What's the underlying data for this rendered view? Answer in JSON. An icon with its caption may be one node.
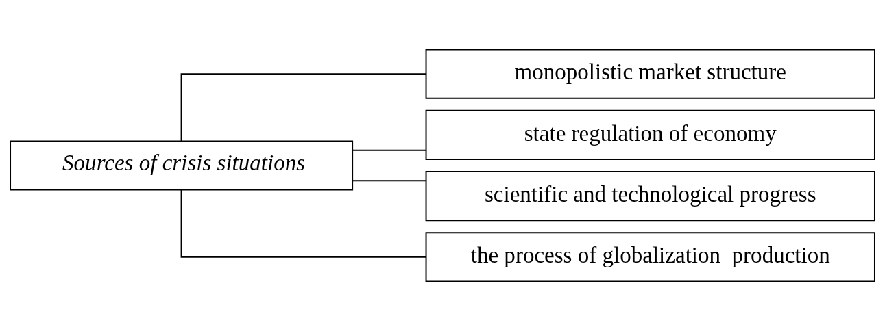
{
  "diagram": {
    "nodes": [
      {
        "text": [
          "Sources of crisis situations"
        ]
      },
      {
        "text": [
          "monopolistic market structure"
        ]
      },
      {
        "text": [
          "state regulation of economy"
        ]
      },
      {
        "text": [
          "scientific and technological progress"
        ]
      },
      {
        "text": [
          "the process of globalization  production"
        ]
      }
    ],
    "edges": [
      {
        "from": 0,
        "to": 1,
        "arrow": "none"
      },
      {
        "from": 0,
        "to": 2,
        "arrow": "none"
      },
      {
        "from": 0,
        "to": 3,
        "arrow": "none"
      },
      {
        "from": 0,
        "to": 4,
        "arrow": "none"
      }
    ]
  }
}
